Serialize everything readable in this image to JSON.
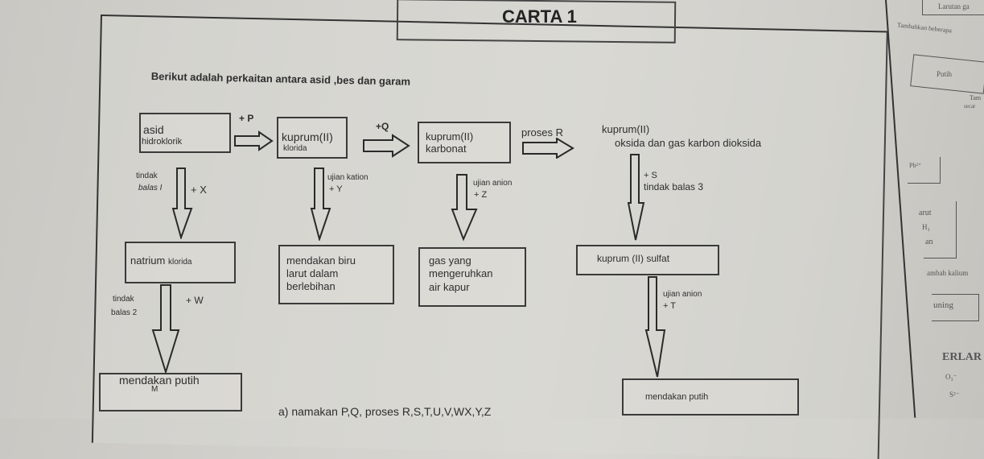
{
  "header": {
    "title": "CARTA 1"
  },
  "intro": "Berikut adalah perkaitan antara asid ,bes dan garam",
  "nodes": {
    "asid_line1": "asid",
    "asid_line2": "hidroklorik",
    "kuprum_klorida_line1": "kuprum(II)",
    "kuprum_klorida_line2": "klorida",
    "kuprum_karbonat_line1": "kuprum(II)",
    "kuprum_karbonat_line2": "karbonat",
    "kuprum_oksida_line1": "kuprum(II)",
    "kuprum_oksida_line2": "oksida  dan gas karbon dioksida",
    "natrium_klorida_a": "natrium",
    "natrium_klorida_b": "klorida",
    "mendakan_biru_line1": "mendakan biru",
    "mendakan_biru_line2": "larut dalam",
    "mendakan_biru_line3": "berlebihan",
    "gas_line1": "gas yang",
    "gas_line2": "mengeruhkan",
    "gas_line3": "air kapur",
    "kuprum_sulfat": "kuprum (II) sulfat",
    "mendakan_putih_M": "mendakan putih",
    "mendakan_putih_M_label": "M",
    "mendakan_putih_2": "mendakan putih"
  },
  "arrows": {
    "p": "+ P",
    "q": "+Q",
    "r": "proses R",
    "x_left_1": "tindak",
    "x_left_2": "balas I",
    "x": "+ X",
    "y_1": "ujian kation",
    "y_2": "+ Y",
    "z_1": "ujian anion",
    "z_2": "+ Z",
    "s_1": "+ S",
    "s_2": "tindak balas 3",
    "w_left_1": "tindak",
    "w_left_2": "balas 2",
    "w": "+ W",
    "t_1": "ujian anion",
    "t_2": "+ T"
  },
  "question": "a) namakan P,Q, proses R,S,T,U,V,WX,Y,Z",
  "side_page": {
    "larutan": "Larutan ga",
    "tambahkan": "Tambahkan beberapa",
    "putih": "Putih",
    "tam": "Tam",
    "secara": "secar",
    "pb": "Pb²⁺",
    "arut": "arut",
    "h3": "H₃",
    "an": "an",
    "ambah": "ambah kalium",
    "uning": "uning",
    "erlar": "ERLAR",
    "o3": "O₃⁻",
    "s2": "S²⁻"
  }
}
